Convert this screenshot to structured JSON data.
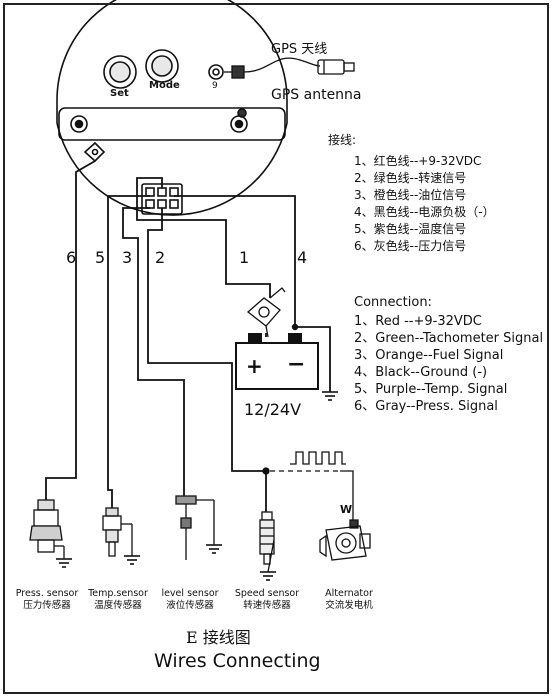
{
  "gauge": {
    "button_set": "Set",
    "button_mode": "Mode",
    "pin_label": "9"
  },
  "gps": {
    "label_cn": "GPS 天线",
    "label_en": "GPS  antenna"
  },
  "wire_numbers": [
    "6",
    "5",
    "3",
    "2",
    "1",
    "4"
  ],
  "battery": {
    "voltage": "12/24V",
    "plus": "+",
    "minus": "−"
  },
  "connection_cn": {
    "title": "接线:",
    "items": [
      "1、红色线--+9-32VDC",
      "2、绿色线--转速信号",
      "3、橙色线--油位信号",
      "4、黑色线--电源负极（-）",
      "5、紫色线--温度信号",
      "6、灰色线--压力信号"
    ]
  },
  "connection_en": {
    "title": "Connection:",
    "items": [
      "1、Red --+9-32VDC",
      "2、Green--Tachometer Signal",
      "3、Orange--Fuel Signal",
      "4、Black--Ground  (-)",
      "5、Purple--Temp. Signal",
      "6、Gray--Press. Signal"
    ]
  },
  "sensors": [
    {
      "en": "Press. sensor",
      "cn": "压力传感器"
    },
    {
      "en": "Temp.sensor",
      "cn": "温度传感器"
    },
    {
      "en": "level sensor",
      "cn": "液位传感器"
    },
    {
      "en": "Speed sensor",
      "cn": "转速传感器"
    },
    {
      "en": "Alternator",
      "cn": "交流发电机"
    }
  ],
  "alternator_terminal": "W",
  "title": {
    "cn": "E 接线图",
    "en": "Wires Connecting"
  }
}
